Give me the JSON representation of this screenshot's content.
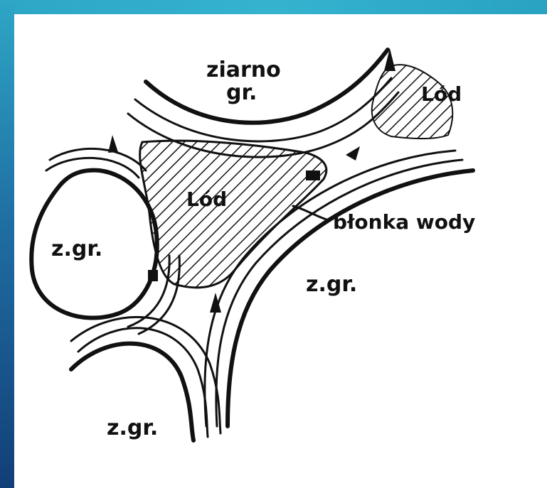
{
  "labels": {
    "grain_top": "ziarno",
    "grain_top_2": "gr.",
    "ice_right": "Lód",
    "ice_center": "Lód",
    "water_film": "błonka wody",
    "grain_left": "z.gr.",
    "grain_right": "z.gr.",
    "grain_bottom": "z.gr."
  },
  "colors": {
    "frame_top": "#34b3cf",
    "frame_left_dark": "#123f78",
    "ink": "#111111",
    "paper": "#ffffff"
  }
}
